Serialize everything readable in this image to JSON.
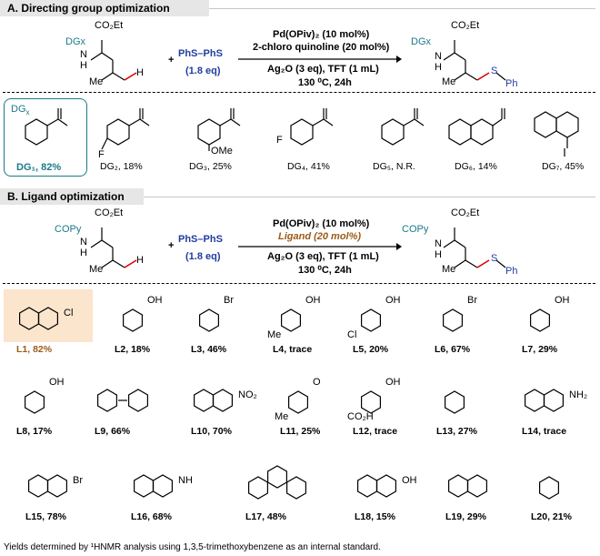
{
  "sectionA": {
    "title": "A. Directing group optimization",
    "reagent": "PhS–PhS",
    "reagent_eq": "(1.8 eq)",
    "cond1": "Pd(OPiv)₂ (10 mol%)",
    "cond2": "2-chloro quinoline (20 mol%)",
    "cond3": "Ag₂O (3 eq), TFT (1 mL)",
    "cond4": "130 ⁰C, 24h",
    "sm_group": "DGx",
    "sm_ester": "CO₂Et",
    "sm_me": "Me",
    "prod_s": "S",
    "prod_ph": "Ph",
    "dgs": [
      {
        "label": "DG₁, 82%"
      },
      {
        "label": "DG₂, 18%"
      },
      {
        "label": "DG₃, 25%"
      },
      {
        "label": "DG₄, 41%"
      },
      {
        "label": "DG₅, N.R."
      },
      {
        "label": "DG₆, 14%"
      },
      {
        "label": "DG₇, 45%"
      }
    ],
    "sub_F": "F",
    "sub_OMe": "OMe"
  },
  "sectionB": {
    "title": "B. Ligand optimization",
    "reagent": "PhS–PhS",
    "reagent_eq": "(1.8 eq)",
    "cond1": "Pd(OPiv)₂ (10 mol%)",
    "cond2": "Ligand (20 mol%)",
    "cond3": "Ag₂O (3 eq), TFT (1 mL)",
    "cond4": "130 ⁰C, 24h",
    "sm_group": "COPy",
    "ligands": [
      {
        "label": "L1, 82%",
        "sub": "Cl"
      },
      {
        "label": "L2, 18%",
        "sub": "OH"
      },
      {
        "label": "L3, 46%",
        "sub": "Br"
      },
      {
        "label": "L4, trace",
        "sub": "OH",
        "sub2": "Me"
      },
      {
        "label": "L5, 20%",
        "sub": "OH",
        "sub2": "Cl"
      },
      {
        "label": "L6, 67%",
        "sub": "Br"
      },
      {
        "label": "L7, 29%",
        "sub": "OH"
      },
      {
        "label": "L8, 17%",
        "sub": "OH"
      },
      {
        "label": "L9, 66%"
      },
      {
        "label": "L10, 70%",
        "sub": "NO₂"
      },
      {
        "label": "L11, 25%",
        "sub": "O",
        "sub2": "Me"
      },
      {
        "label": "L12, trace",
        "sub": "OH",
        "sub2": "CO₂H"
      },
      {
        "label": "L13, 27%"
      },
      {
        "label": "L14, trace",
        "sub": "NH₂"
      },
      {
        "label": "L15, 78%",
        "sub": "Br"
      },
      {
        "label": "L16, 68%",
        "sub": "NH"
      },
      {
        "label": "L17, 48%"
      },
      {
        "label": "L18, 15%",
        "sub": "OH"
      },
      {
        "label": "L19, 29%"
      },
      {
        "label": "L20, 21%"
      }
    ]
  },
  "footnote": "Yields determined by ¹HNMR analysis using 1,3,5-trimethoxybenzene as an internal standard."
}
